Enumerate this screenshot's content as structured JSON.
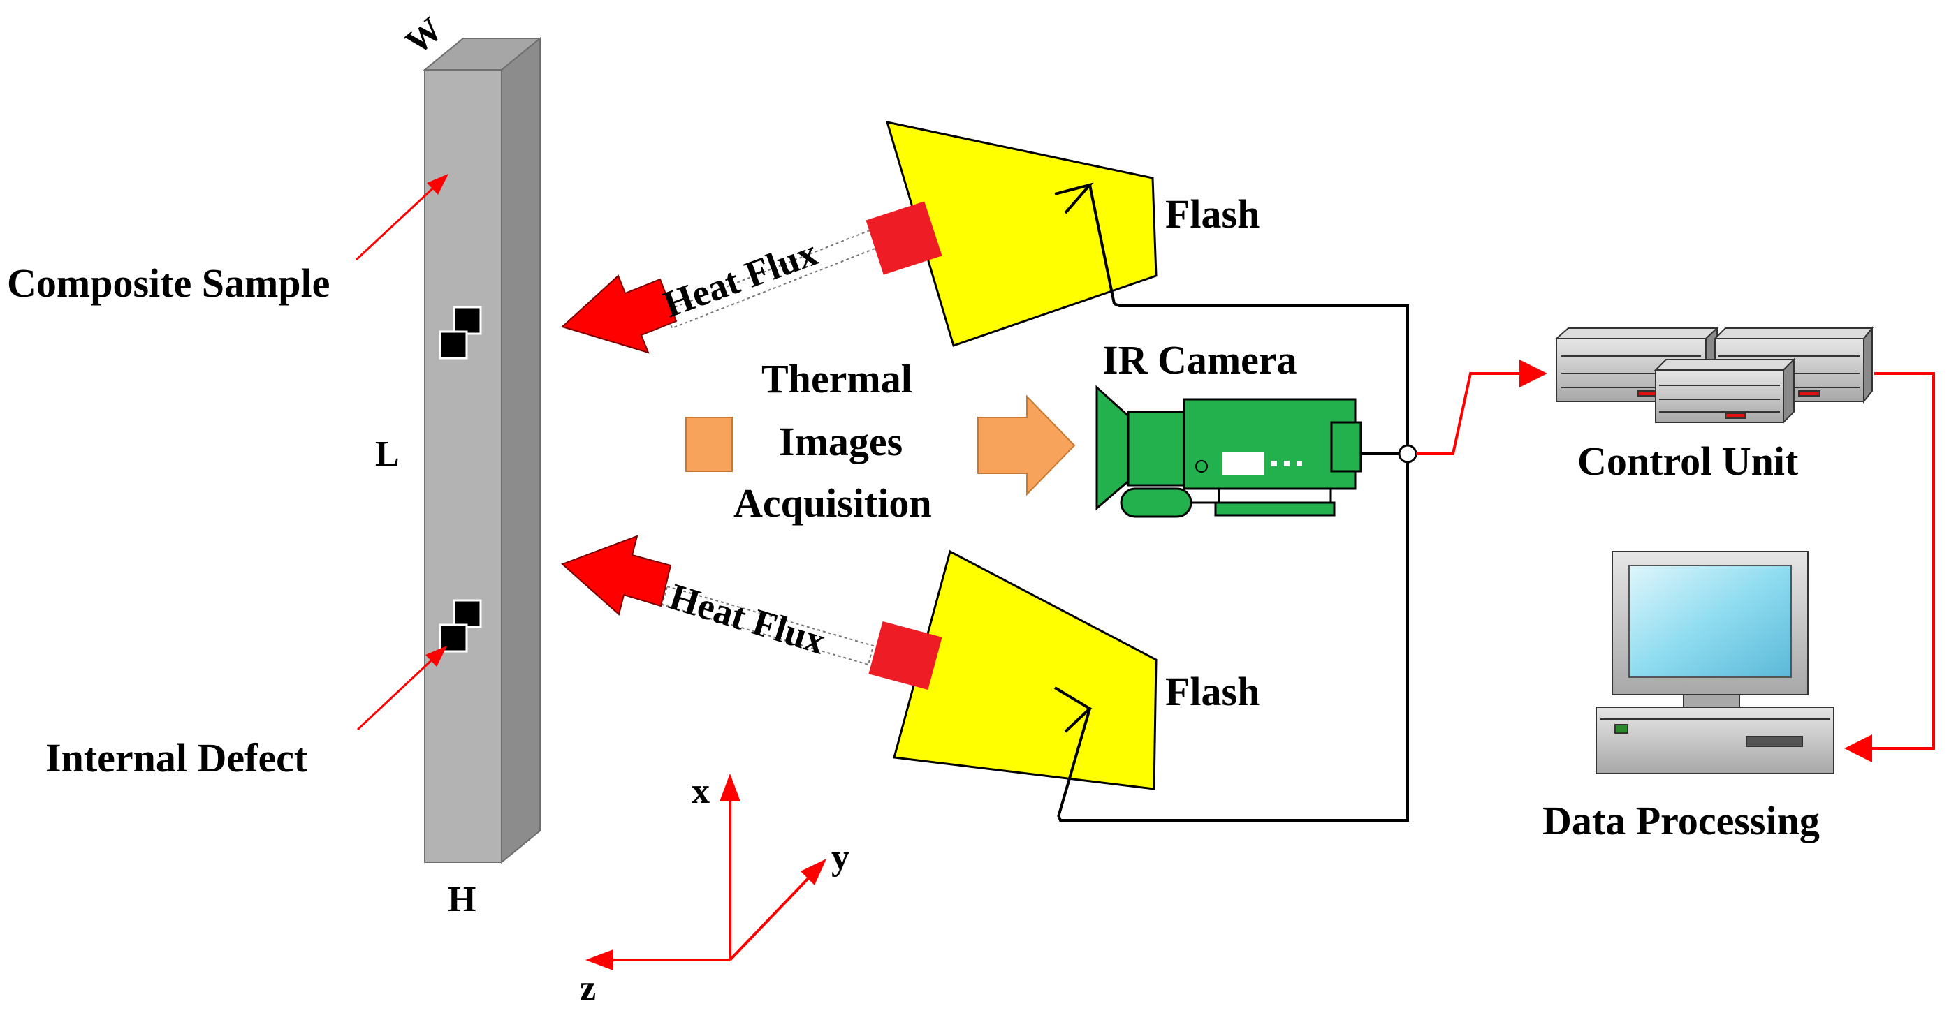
{
  "labels": {
    "w": "W",
    "l": "L",
    "h": "H",
    "composite_sample": "Composite Sample",
    "internal_defect": "Internal Defect",
    "heat_flux_top": "Heat Flux",
    "heat_flux_bottom": "Heat Flux",
    "flash_top": "Flash",
    "flash_bottom": "Flash",
    "thermal_line1": "Thermal",
    "thermal_line2": "Images",
    "thermal_line3": "Acquisition",
    "ir_camera": "IR Camera",
    "control_unit": "Control Unit",
    "data_processing": "Data Processing",
    "axis_x": "x",
    "axis_y": "y",
    "axis_z": "z"
  },
  "colors": {
    "sample_front": "#b3b3b3",
    "sample_side": "#8c8c8c",
    "sample_top": "#a6a6a6",
    "flash_fill": "#ffff00",
    "heat_arrow": "#ff0000",
    "flash_emitter": "#ee1c24",
    "camera": "#22b14c",
    "acquisition_orange": "#f7a35c",
    "connector_red": "#ff0000",
    "wire": "#000000",
    "monitor_screen": "#8fdcf0",
    "equipment_gray": "#c8c8c8"
  }
}
